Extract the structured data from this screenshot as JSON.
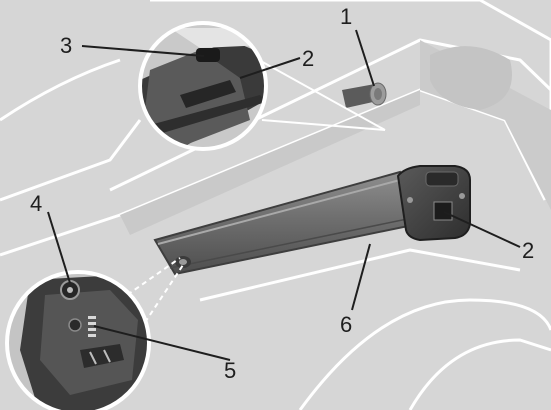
{
  "diagram": {
    "callouts": {
      "c1": "1",
      "c2_top": "2",
      "c2_right": "2",
      "c3": "3",
      "c4": "4",
      "c5": "5",
      "c6": "6"
    }
  }
}
